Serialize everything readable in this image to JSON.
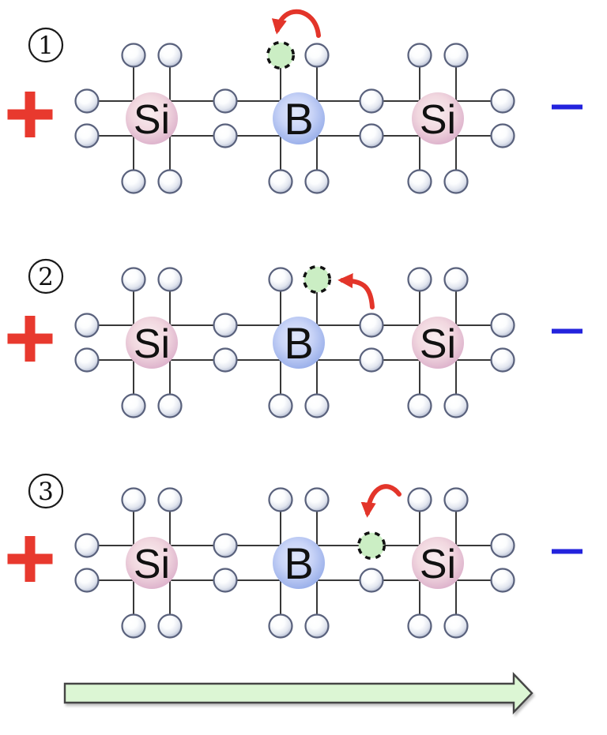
{
  "diagram": {
    "description": "Hole conduction in boron-doped (p-type) silicon: a hole (dashed green circle) moves step by step toward the negative terminal as electrons jump into it",
    "terminals": {
      "left_sign": "+",
      "right_sign": "−"
    },
    "panels": [
      {
        "number": "1",
        "atoms": [
          "Si",
          "B",
          "Si"
        ],
        "hole_location": "above boron, left position",
        "electron_jump": "electron above boron (right position) hops left into the hole"
      },
      {
        "number": "2",
        "atoms": [
          "Si",
          "B",
          "Si"
        ],
        "hole_location": "above boron, right position",
        "electron_jump": "upper bond electron between boron and right silicon hops up-left into the hole"
      },
      {
        "number": "3",
        "atoms": [
          "Si",
          "B",
          "Si"
        ],
        "hole_location": "upper bond position between boron and right silicon",
        "electron_jump": "electron above right silicon hops down-left into the hole"
      }
    ],
    "direction_arrow": {
      "meaning": "direction of hole movement",
      "orientation": "right"
    },
    "colors": {
      "plus": "#e8392e",
      "minus": "#2323dd",
      "electron_arrow": "#e3352a",
      "bond_line": "#383838",
      "electron_border": "#59617c",
      "electron_edge": "#b2bad0",
      "si_center": "#f9eef0",
      "si_edge": "#d8a9c7",
      "b_center": "#e1e8fb",
      "b_edge": "#8fa7e7",
      "hole_fill": "#cbeec4",
      "hole_border": "#111111",
      "atom_text": "#111111",
      "number_color": "#111111",
      "number_ring": "#1a1a1a",
      "direction_arrow_fill": "#dcf6d4",
      "direction_arrow_stroke": "#454545"
    }
  }
}
